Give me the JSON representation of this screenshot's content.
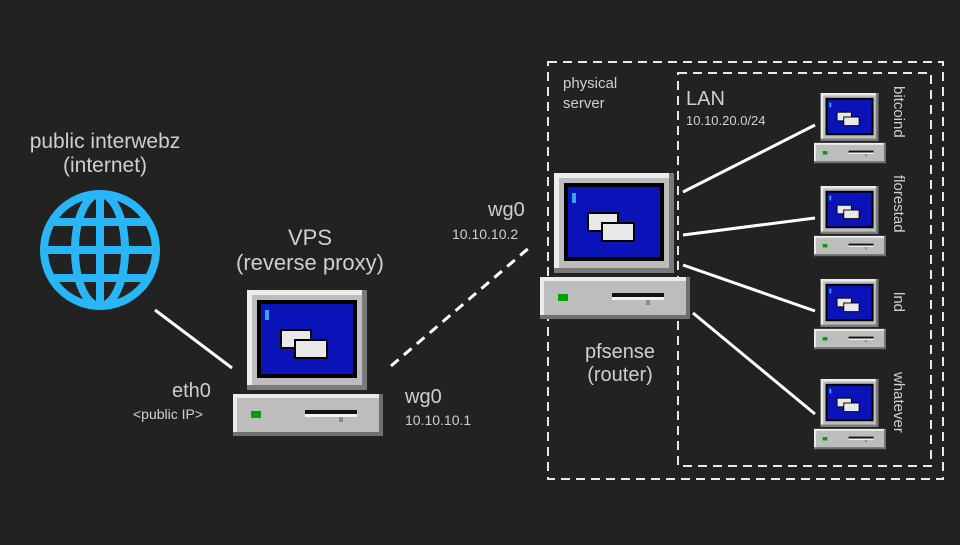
{
  "internet": {
    "title_line1": "public interwebz",
    "title_line2": "(internet)",
    "icon": "globe-icon"
  },
  "vps": {
    "title_line1": "VPS",
    "title_line2": "(reverse proxy)",
    "eth_iface": "eth0",
    "eth_ip": "<public IP>",
    "wg_iface": "wg0",
    "wg_ip": "10.10.10.1"
  },
  "router": {
    "wg_iface": "wg0",
    "wg_ip": "10.10.10.2",
    "title_line1": "pfsense",
    "title_line2": "(router)"
  },
  "physical_server": {
    "label_line1": "physical",
    "label_line2": "server"
  },
  "lan": {
    "title": "LAN",
    "subnet": "10.10.20.0/24",
    "hosts": [
      "bitcoind",
      "florestad",
      "lnd",
      "whatever"
    ]
  },
  "colors": {
    "background": "#222222",
    "text": "#cfcfcf",
    "globe": "#29b6f6",
    "lines": "#ffffff",
    "screen": "#0a13b8"
  }
}
